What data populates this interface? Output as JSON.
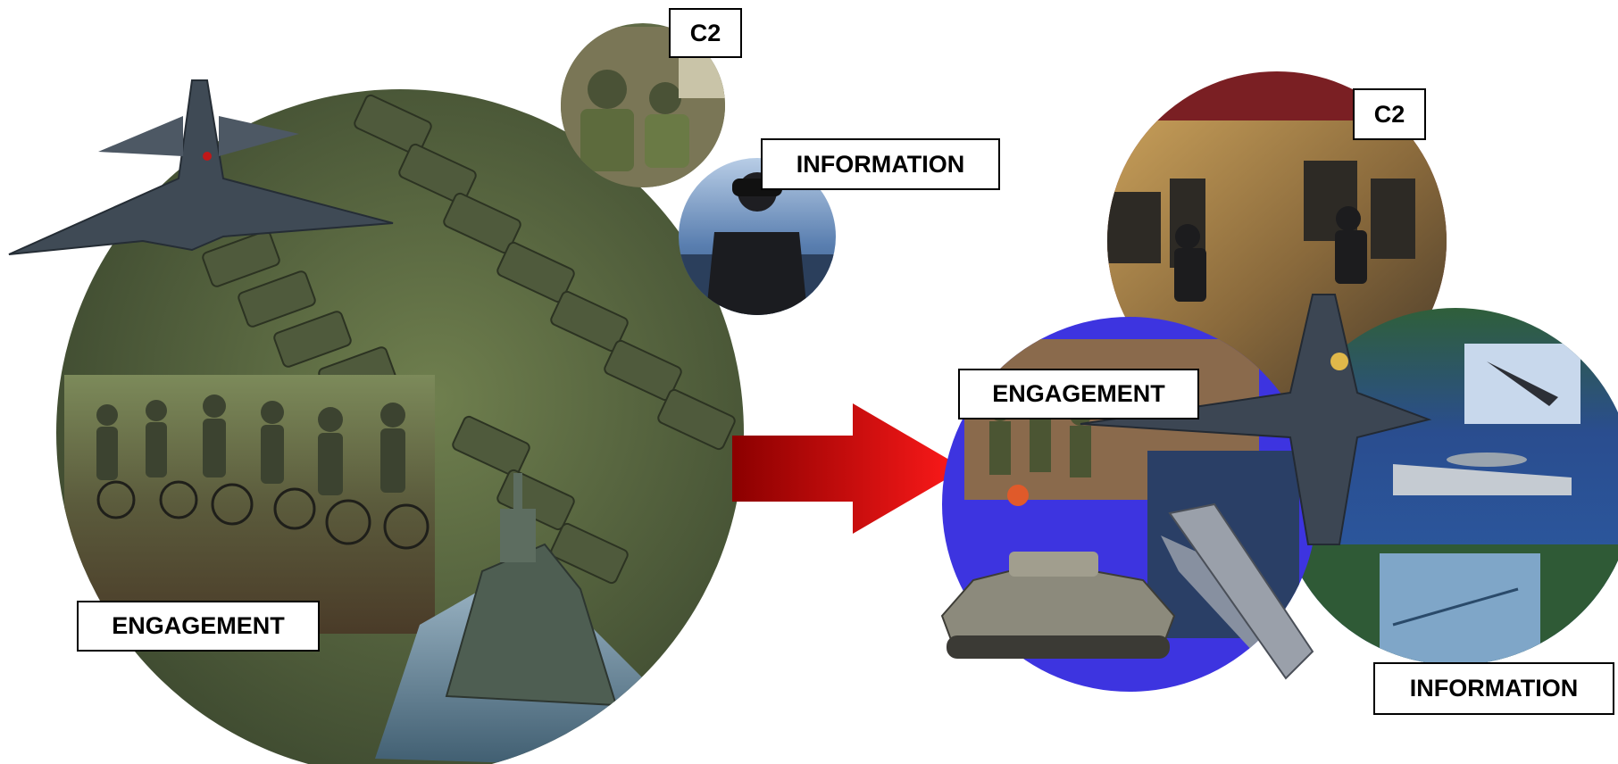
{
  "left_cluster": {
    "labels": {
      "c2": "C2",
      "information": "INFORMATION",
      "engagement": "ENGAGEMENT"
    }
  },
  "right_cluster": {
    "labels": {
      "c2": "C2",
      "information": "INFORMATION",
      "engagement": "ENGAGEMENT"
    }
  },
  "colors": {
    "arrow_start": "#8b0000",
    "arrow_end": "#ff0000",
    "circle_engagement_right": "#3d34e0",
    "circle_c2_right_band": "#7a1f23",
    "circle_information_right": "#3f6b4a",
    "field_green": "#5a6b45",
    "sky_blue": "#3b6fb0"
  }
}
